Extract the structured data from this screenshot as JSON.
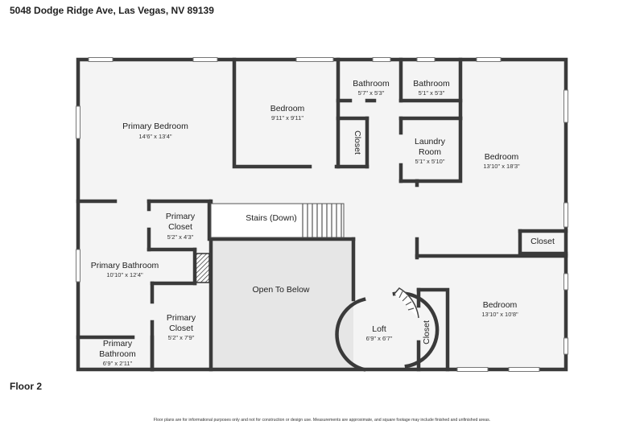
{
  "address": "5048 Dodge Ridge Ave, Las Vegas, NV 89139",
  "floor_label": "Floor 2",
  "disclaimer": "Floor plans are for informational purposes only and not for construction or design use. Measurements are approximate, and square footage may include finished and unfinished areas.",
  "rooms": {
    "primary_bedroom": {
      "name": "Primary Bedroom",
      "dim": "14'6\" x 13'4\""
    },
    "bedroom_a": {
      "name": "Bedroom",
      "dim": "9'11\" x 9'11\""
    },
    "bathroom_a": {
      "name": "Bathroom",
      "dim": "5'7\" x 5'3\""
    },
    "bathroom_b": {
      "name": "Bathroom",
      "dim": "5'1\" x 5'3\""
    },
    "closet_a": {
      "name": "Closet"
    },
    "laundry": {
      "name1": "Laundry",
      "name2": "Room",
      "dim": "5'1\" x 5'10\""
    },
    "bedroom_b": {
      "name": "Bedroom",
      "dim": "13'10\" x 18'3\""
    },
    "closet_b": {
      "name": "Closet"
    },
    "primary_closet_a": {
      "name1": "Primary",
      "name2": "Closet",
      "dim": "5'2\" x 4'3\""
    },
    "stairs": {
      "name": "Stairs (Down)"
    },
    "primary_bathroom": {
      "name": "Primary Bathroom",
      "dim": "10'10\" x 12'4\""
    },
    "open_to_below": {
      "name": "Open To Below"
    },
    "primary_closet_b": {
      "name1": "Primary",
      "name2": "Closet",
      "dim": "5'2\" x 7'9\""
    },
    "loft": {
      "name": "Loft",
      "dim": "6'9\" x 6'7\""
    },
    "closet_c": {
      "name": "Closet"
    },
    "bedroom_c": {
      "name": "Bedroom",
      "dim": "13'10\" x 10'8\""
    },
    "primary_bathroom_small": {
      "name1": "Primary",
      "name2": "Bathroom",
      "dim": "6'9\" x 2'11\""
    }
  }
}
